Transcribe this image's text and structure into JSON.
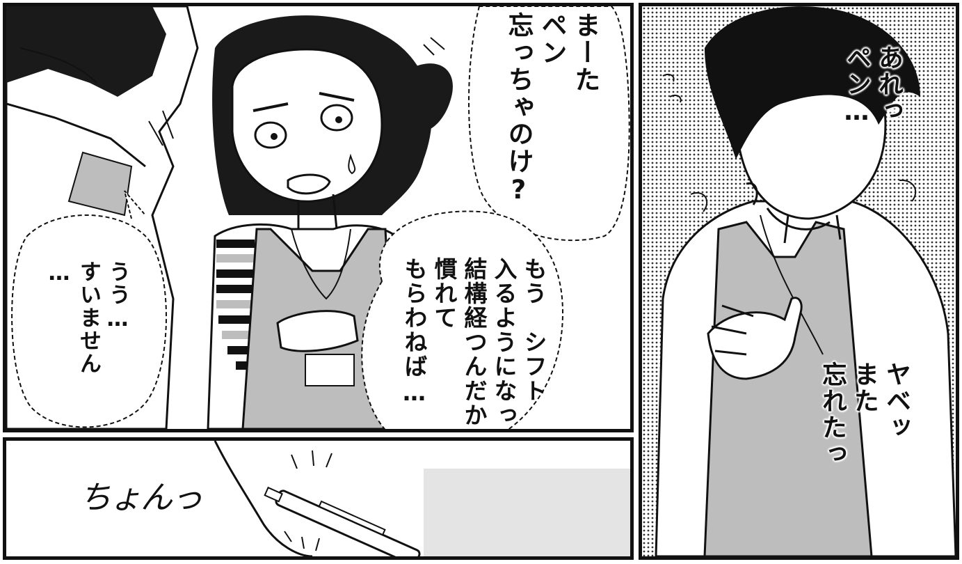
{
  "panels": [
    {
      "bubbles": {
        "top_right": "まーた\nペン\n忘っちゃのけ?",
        "middle": "もう　シフト\n入るようになって\n結構経つんだから\n慣れて\nもらわねば…",
        "left": "うう…\nすいません\n…"
      }
    },
    {
      "sfx": "ちょんっ"
    },
    {
      "captions": {
        "top": "あれっ\nペン…",
        "bottom": "ヤベッ\nまた\n忘れたっ"
      }
    }
  ],
  "colors": {
    "ink": "#111111",
    "tone_gray": "#bdbdbd",
    "light_gray": "#e4e4e4",
    "paper": "#ffffff"
  }
}
